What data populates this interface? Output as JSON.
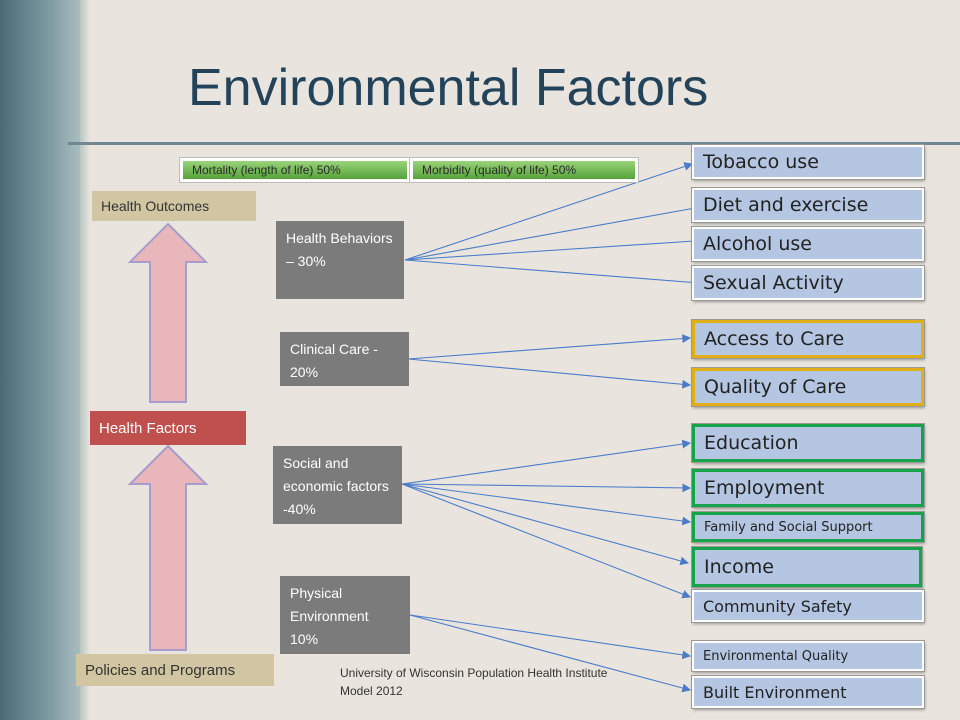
{
  "title": "Environmental Factors",
  "outcomes": {
    "mortality": "Mortality (length of life)  50%",
    "morbidity": "Morbidity (quality of life) 50%"
  },
  "levels": {
    "health_outcomes": "Health Outcomes",
    "health_factors": "Health Factors",
    "policies": "Policies and Programs"
  },
  "categories": {
    "health_behaviors": "Health Behaviors – 30%",
    "clinical_care": "Clinical Care - 20%",
    "social_economic": "Social and economic factors -40%",
    "physical_environment": "Physical Environment 10%"
  },
  "factors": {
    "tobacco": "Tobacco use",
    "diet": "Diet and exercise",
    "alcohol": "Alcohol use",
    "sexual": "Sexual Activity",
    "access": "Access to Care",
    "quality": "Quality of Care",
    "education": "Education",
    "employment": "Employment",
    "family": "Family and Social Support",
    "income": "Income",
    "safety": "Community Safety",
    "env_quality": "Environmental Quality",
    "built_env": "Built Environment"
  },
  "credit": "University of Wisconsin Population Health Institute Model 2012",
  "colors": {
    "title": "#23435a",
    "factor_fill": "#b4c6e2",
    "clinical_border": "#e0ae16",
    "social_border": "#17a34a",
    "connector": "#4a7cc9",
    "health_factors_fill": "#c0504d",
    "level_label_fill": "#d1c6a1",
    "category_fill": "#7b7b7b",
    "outcome_fill": "#56a33a",
    "up_arrow_fill": "#e8b6bb"
  }
}
